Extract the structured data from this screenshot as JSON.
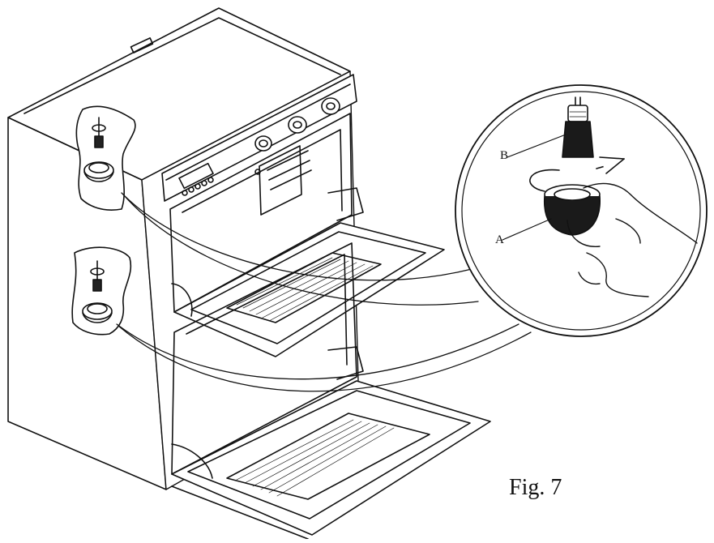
{
  "figure": {
    "caption": "Fig. 7",
    "callouts": {
      "b_label": "B",
      "a_label": "A"
    },
    "stroke_color": "#111111",
    "background": "#ffffff"
  }
}
